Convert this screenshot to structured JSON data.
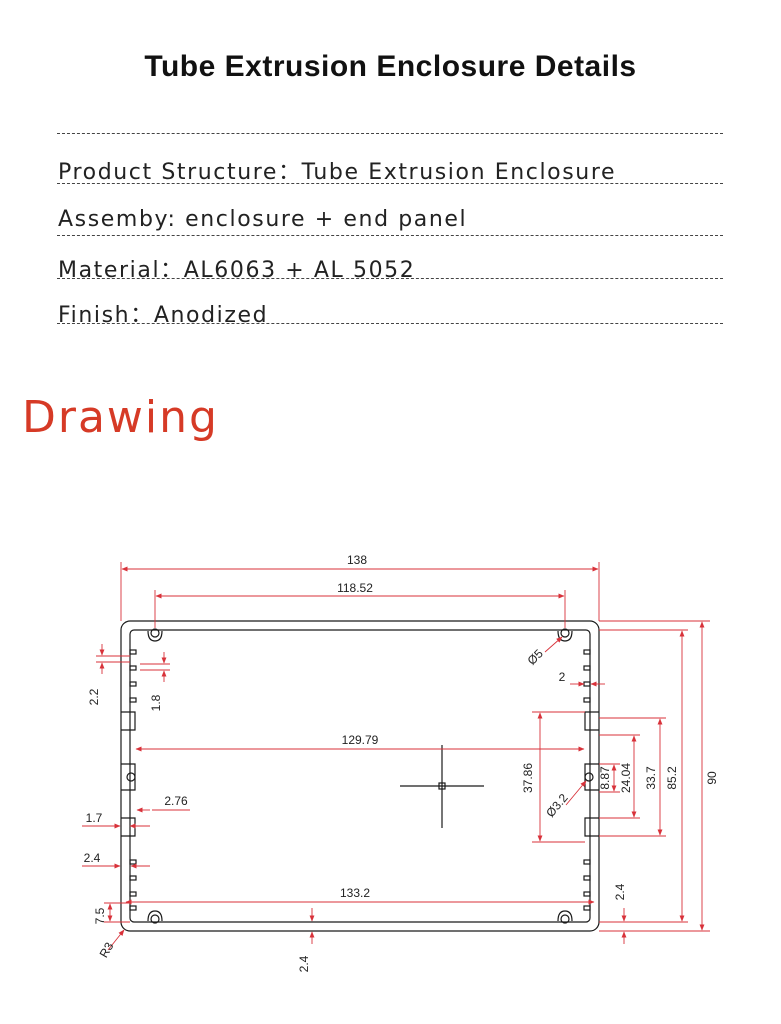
{
  "page": {
    "title": "Tube Extrusion Enclosure Details",
    "specs": [
      "Product Structure：Tube Extrusion Enclosure",
      "Assemby:  enclosure + end panel",
      "Material：AL6063 + AL 5052",
      "Finish：Anodized"
    ],
    "section_title": "Drawing"
  },
  "drawing": {
    "dimensions": {
      "overall_width": "138",
      "inner_width": "118.52",
      "slot_span": "129.79",
      "bottom_span": "133.2",
      "overall_height": "90",
      "inner_height": "85.2",
      "slot_height_1": "37.86",
      "slot_height_2": "33.7",
      "slot_height_3": "24.04",
      "slot_height_4": "8.87",
      "hole_top": "Ø5",
      "hole_side": "Ø3.2",
      "left_2_2": "2.2",
      "left_1_8": "1.8",
      "left_2_76": "2.76",
      "left_1_7": "1.7",
      "left_2_4": "2.4",
      "left_7_5": "7.5",
      "radius": "R3",
      "bottom_2_4": "2.4",
      "right_2_4": "2.4",
      "right_2": "2"
    },
    "colors": {
      "outline": "#1a1a1a",
      "dimension": "#d8323a"
    }
  }
}
